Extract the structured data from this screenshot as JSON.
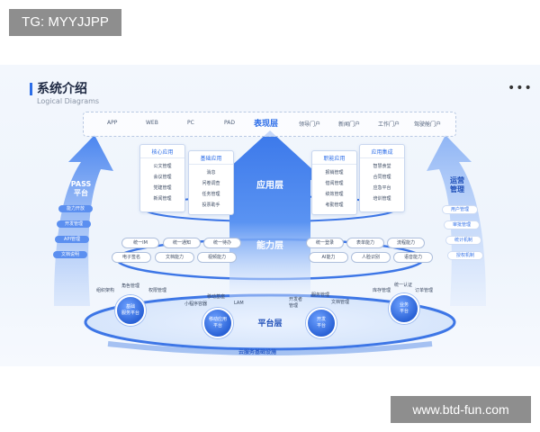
{
  "overlay": {
    "tag": "TG: MYYJJPP",
    "watermark": "www.btd-fun.com"
  },
  "header": {
    "title": "系统介绍",
    "subtitle": "Logical Diagrams",
    "more": "•••"
  },
  "presentation": {
    "label": "表现层",
    "items_left": [
      "APP",
      "WEB",
      "PC",
      "PAD"
    ],
    "items_right": [
      "领导门户",
      "新闻门户",
      "工作门户",
      "驾驶舱门户"
    ]
  },
  "application": {
    "label": "应用层",
    "boxes": [
      {
        "title": "核心应用",
        "items": [
          "公文管理",
          "会议管理",
          "党建管理",
          "新闻管理"
        ]
      },
      {
        "title": "基础应用",
        "items": [
          "消息",
          "问卷调查",
          "任务管理",
          "投票助手"
        ]
      },
      {
        "title": "职能应用",
        "items": [
          "报销管理",
          "借阅管理",
          "绩效管理",
          "考勤管理"
        ]
      },
      {
        "title": "应用集成",
        "items": [
          "智慧食堂",
          "合同管理",
          "应急平台",
          "培训管理"
        ]
      }
    ]
  },
  "capability": {
    "label": "能力层",
    "left_row1": [
      "统一IM",
      "统一通知",
      "统一待办"
    ],
    "left_row2": [
      "电子签名",
      "文档能力",
      "视频能力"
    ],
    "right_row1": [
      "统一登录",
      "表单能力",
      "流程能力"
    ],
    "right_row2": [
      "AI能力",
      "人脸识别",
      "语音能力"
    ]
  },
  "platform": {
    "label": "平台层",
    "circles": [
      "基础\n服务平台",
      "移动应用\n平台",
      "开发\n平台",
      "业务\n平台"
    ],
    "labels": {
      "c1": [
        "组织架构",
        "角色管理",
        "权限管理"
      ],
      "c2": [
        "移动基座",
        "小程序容器",
        "LAM"
      ],
      "c3": [
        "开发者\n管理",
        "服务管理",
        "文档管理"
      ],
      "c4": [
        "库存管理",
        "统一认证",
        "订单管理"
      ]
    },
    "infra": "云服务基础设施"
  },
  "pass": {
    "title": "PASS\n平台",
    "items": [
      "能力开放",
      "开发管理",
      "API管理",
      "文档说明"
    ]
  },
  "ops": {
    "title": "运营\n管理",
    "items": [
      "用户管理",
      "审批管理",
      "统计机制",
      "授权机制"
    ]
  },
  "colors": {
    "accent": "#2d6ee8",
    "arrow_light": "#d7e6fb",
    "arrow_dark": "#2f6de0"
  }
}
